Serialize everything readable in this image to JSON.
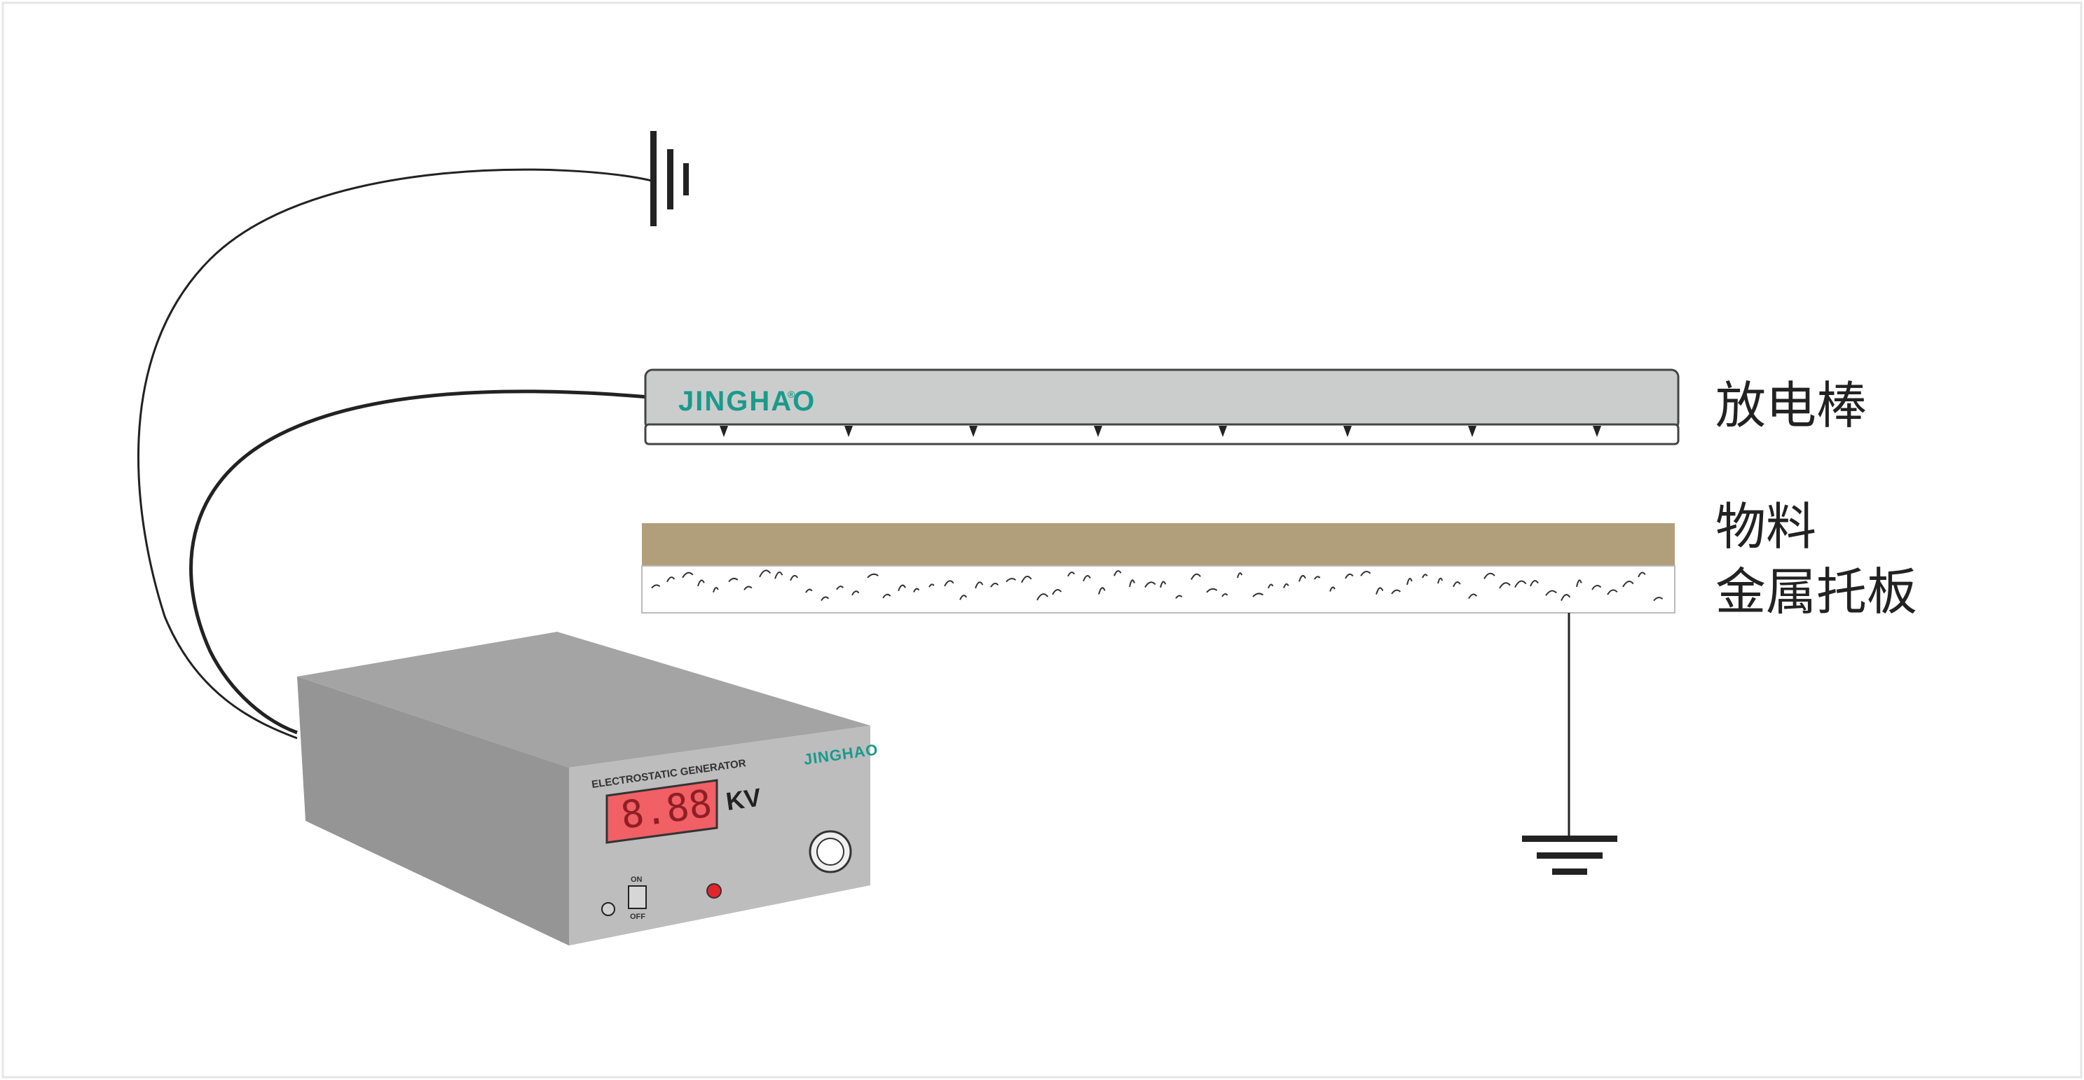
{
  "labels": {
    "discharge_bar": "放电棒",
    "material": "物料",
    "metal_plate": "金属托板"
  },
  "generator": {
    "panel_title": "ELECTROSTATIC GENERATOR",
    "display_value": "8.88",
    "unit": "KV",
    "switch_on": "ON",
    "switch_off": "OFF"
  },
  "brand": {
    "name": "JINGHAO",
    "registered": "®"
  },
  "colors": {
    "bar_gray": "#cbcdcc",
    "material_tan": "#b19e7a",
    "brand_teal": "#1a9a8c",
    "display_red": "#f06065",
    "box_front": "#bdbdbd",
    "box_top": "#a4a4a4",
    "box_side": "#959595",
    "indicator_red": "#e2242c"
  }
}
